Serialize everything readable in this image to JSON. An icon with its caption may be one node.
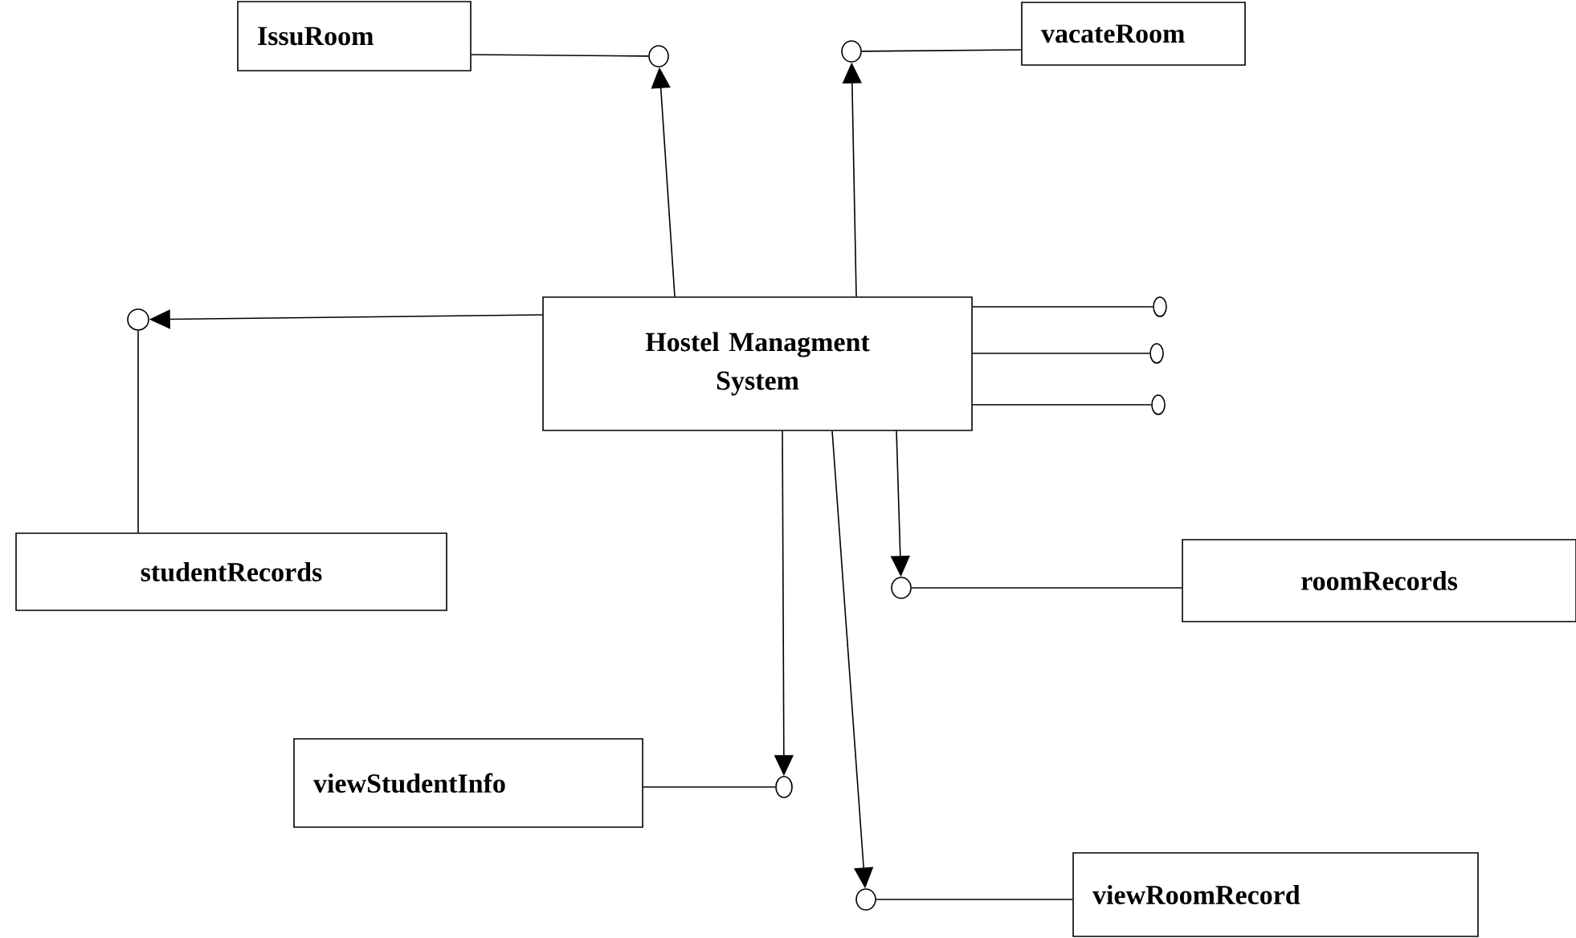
{
  "diagram": {
    "nodes": [
      {
        "text": [
          "IssuRoom"
        ]
      },
      {
        "text": [],
        "shape": "circle"
      },
      {
        "text": [],
        "shape": "circle"
      },
      {
        "text": [
          "vacateRoom"
        ]
      },
      {
        "text": [],
        "shape": "circle"
      },
      {
        "text": [
          "Hostel Managment System"
        ]
      },
      {
        "text": [],
        "shape": "circle"
      },
      {
        "text": [],
        "shape": "circle"
      },
      {
        "text": [],
        "shape": "circle"
      },
      {
        "text": [
          "studentRecords"
        ]
      },
      {
        "text": [],
        "shape": "circle"
      },
      {
        "text": [
          "roomRecords"
        ]
      },
      {
        "text": [
          "viewStudentInfo"
        ]
      },
      {
        "text": [],
        "shape": "circle"
      },
      {
        "text": [],
        "shape": "circle"
      },
      {
        "text": [
          "viewRoomRecord"
        ]
      }
    ],
    "edges": [
      {
        "from": 5,
        "to": 1,
        "arrow": "to"
      },
      {
        "from": 0,
        "to": 1,
        "arrow": "none"
      },
      {
        "from": 5,
        "to": 2,
        "arrow": "to"
      },
      {
        "from": 3,
        "to": 2,
        "arrow": "none"
      },
      {
        "from": 5,
        "to": 4,
        "arrow": "to"
      },
      {
        "from": 9,
        "to": 4,
        "arrow": "none"
      },
      {
        "from": 5,
        "to": 6,
        "arrow": "none"
      },
      {
        "from": 5,
        "to": 7,
        "arrow": "none"
      },
      {
        "from": 5,
        "to": 8,
        "arrow": "none"
      },
      {
        "from": 5,
        "to": 10,
        "arrow": "to"
      },
      {
        "from": 11,
        "to": 10,
        "arrow": "none"
      },
      {
        "from": 5,
        "to": 13,
        "arrow": "to"
      },
      {
        "from": 12,
        "to": 13,
        "arrow": "none"
      },
      {
        "from": 5,
        "to": 14,
        "arrow": "to"
      },
      {
        "from": 15,
        "to": 14,
        "arrow": "none"
      }
    ]
  }
}
